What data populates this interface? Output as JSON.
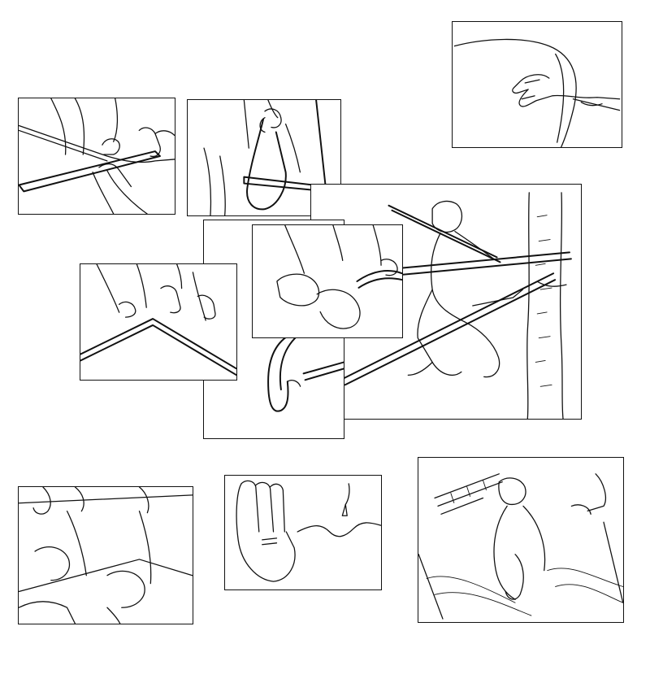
{
  "page": {
    "background": "#ffffff",
    "ink": "#111111"
  },
  "panels": [
    {
      "id": "hand-on-bark",
      "icon": "palm-touching-surface-icon"
    },
    {
      "id": "stripping-bark",
      "icon": "hands-pulling-strip-icon"
    },
    {
      "id": "shaping-tool",
      "icon": "hand-holding-blade-icon"
    },
    {
      "id": "bending-frame",
      "icon": "hands-bending-frame-icon"
    },
    {
      "id": "binding-loop",
      "icon": "hands-tying-loop-icon"
    },
    {
      "id": "climbing-tree",
      "icon": "man-climbing-tree-icon"
    },
    {
      "id": "lower-frame",
      "icon": "loop-and-pole-icon"
    },
    {
      "id": "group-working",
      "icon": "people-working-icon"
    },
    {
      "id": "hand-gesture",
      "icon": "raised-hand-icon"
    },
    {
      "id": "child-in-field",
      "icon": "child-running-icon"
    }
  ]
}
